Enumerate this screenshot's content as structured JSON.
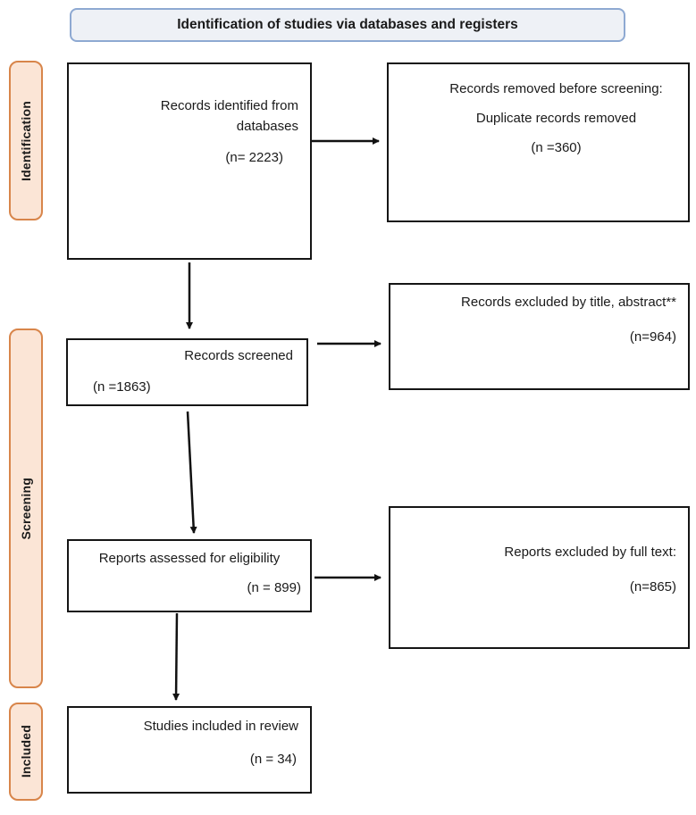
{
  "title": "Identification of studies via databases and registers",
  "colors": {
    "title_bg": "#eef1f6",
    "title_border": "#8ea9d2",
    "tab_bg": "#fbe5d6",
    "tab_border": "#d8854a",
    "box_border": "#151515",
    "arrow": "#111111",
    "text": "#1a1a1a"
  },
  "stages": [
    {
      "label": "Identification"
    },
    {
      "label": "Screening"
    },
    {
      "label": "Included"
    }
  ],
  "boxes": {
    "identified": {
      "lines": [
        "Records identified from",
        "databases"
      ],
      "count": "(n= 2223)"
    },
    "removed": {
      "lines": [
        "Records removed before screening:",
        "Duplicate records removed"
      ],
      "count": "(n =360)"
    },
    "screened": {
      "lines": [
        "Records screened"
      ],
      "count": "(n =1863)"
    },
    "excluded_title": {
      "lines": [
        "Records excluded by title, abstract**"
      ],
      "count": "(n=964)"
    },
    "assessed": {
      "lines": [
        "Reports assessed for eligibility"
      ],
      "count": "(n = 899)"
    },
    "excluded_fulltext": {
      "lines": [
        "Reports excluded by full text:"
      ],
      "count": "(n=865)"
    },
    "included": {
      "lines": [
        "Studies included in review"
      ],
      "count": "(n = 34)"
    }
  }
}
